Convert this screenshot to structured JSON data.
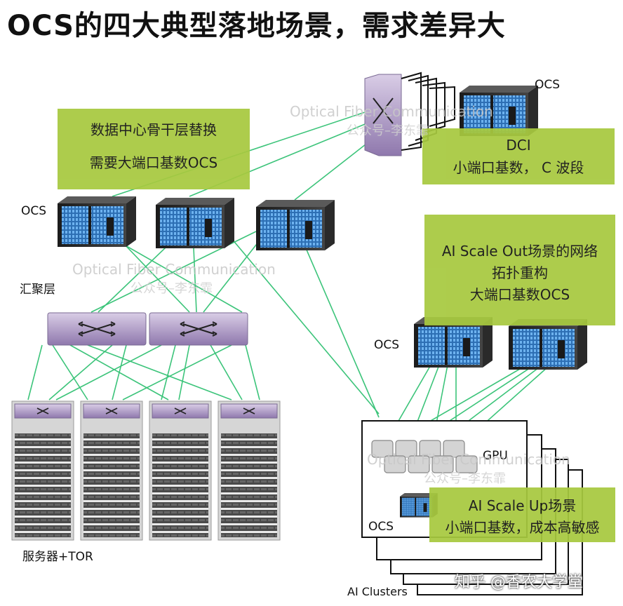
{
  "title": "OCS的四大典型落地场景，需求差异大",
  "boxes": {
    "backbone": {
      "line1": "数据中心骨干层替换",
      "line2": "需要大端口基数OCS"
    },
    "dci": {
      "line1": "DCI",
      "line2": "小端口基数，  C 波段"
    },
    "scaleout": {
      "line1": "AI Scale Out场景的网络",
      "line2": "拓扑重构",
      "line3": "大端口基数OCS"
    },
    "scaleup": {
      "line1": "AI Scale Up场景",
      "line2": "小端口基数，成本高敏感"
    }
  },
  "labels": {
    "ocs_top": "OCS",
    "ocs_left": "OCS",
    "ocs_mid": "OCS",
    "ocs_cluster": "OCS",
    "aggregation": "汇聚层",
    "servers": "服务器+TOR",
    "gpu": "GPU",
    "clusters": "AI Clusters"
  },
  "watermark": {
    "en": "Optical Fiber Communication",
    "cn": "公众号–李东霏",
    "zhihu": "知乎 @香农大学堂"
  },
  "colors": {
    "green_box": "#a7c93f",
    "link": "#3cc47a",
    "switch": "#9b86b5",
    "ocs_face": "#3f8fd6"
  }
}
